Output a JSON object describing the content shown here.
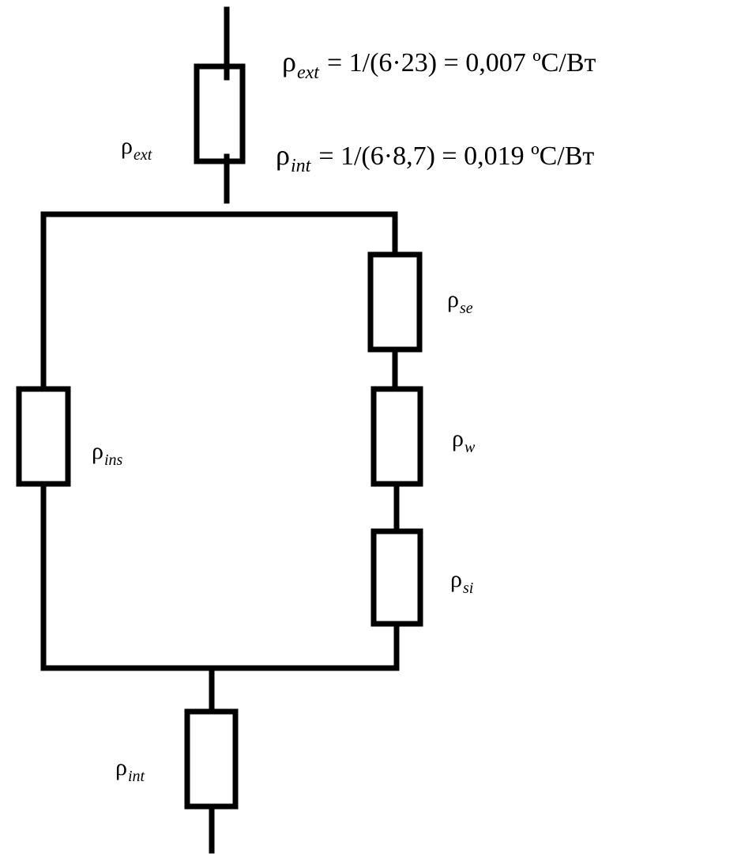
{
  "equations": [
    {
      "symbol": "ρ",
      "subscript": "ext",
      "expression": "= 1/(6·23) = 0,007 ºC/Вт"
    },
    {
      "symbol": "ρ",
      "subscript": "int",
      "expression": "= 1/(6·8,7) = 0,019 ºC/Вт"
    }
  ],
  "resistors": [
    {
      "symbol": "ρ",
      "subscript": "ext"
    },
    {
      "symbol": "ρ",
      "subscript": "se"
    },
    {
      "symbol": "ρ",
      "subscript": "ins"
    },
    {
      "symbol": "ρ",
      "subscript": "w"
    },
    {
      "symbol": "ρ",
      "subscript": "si"
    },
    {
      "symbol": "ρ",
      "subscript": "int"
    }
  ]
}
